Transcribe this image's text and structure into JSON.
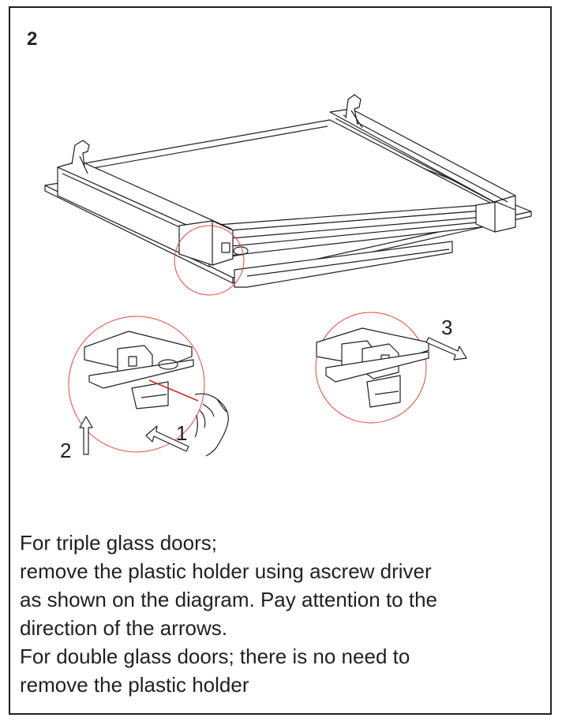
{
  "step": {
    "number": "2"
  },
  "diagram": {
    "arrow_labels": [
      "1",
      "2",
      "3"
    ],
    "colors": {
      "line": "#231f20",
      "detail_circle": "#e0473c",
      "screwdriver": "#d42a2a"
    }
  },
  "caption": {
    "lines": [
      "For triple glass doors;",
      "remove the plastic holder using ascrew driver",
      "as shown on the diagram. Pay attention to the",
      "direction of the arrows.",
      "For double glass doors; there is no need to",
      "remove the plastic holder"
    ]
  }
}
